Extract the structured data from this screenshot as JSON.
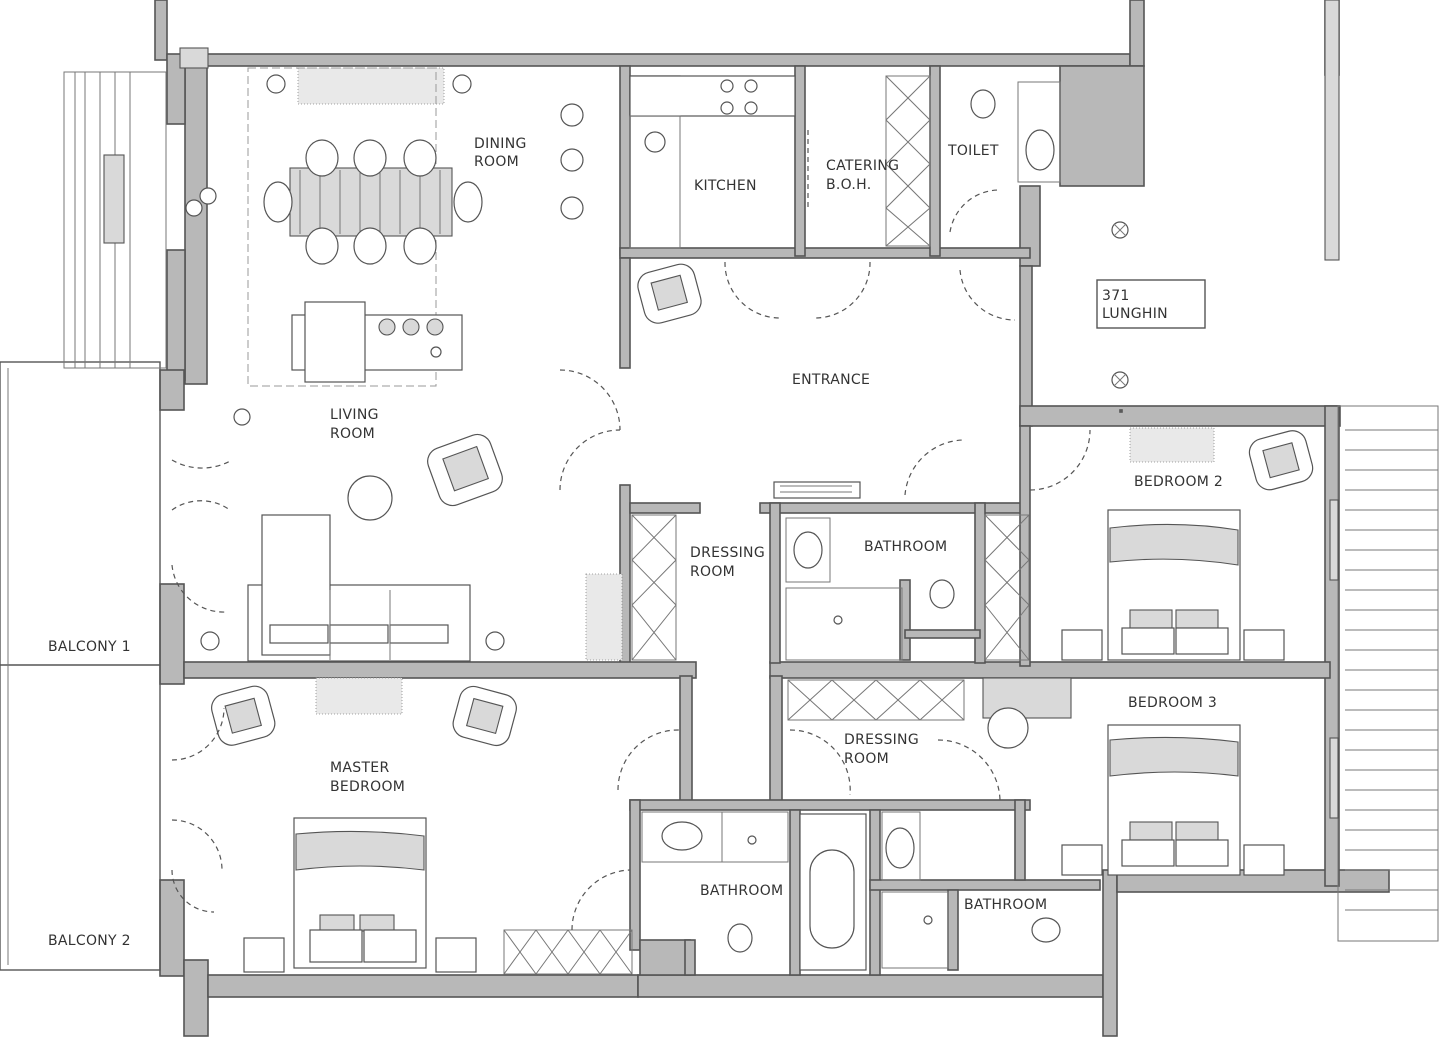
{
  "rooms": {
    "dining": [
      "DINING",
      "ROOM"
    ],
    "kitchen": "KITCHEN",
    "catering": [
      "CATERING",
      "B.O.H."
    ],
    "toilet": "TOILET",
    "unit": [
      "371",
      "LUNGHIN"
    ],
    "entrance": "ENTRANCE",
    "living": [
      "LIVING",
      "ROOM"
    ],
    "bedroom2": "BEDROOM 2",
    "dressing1": [
      "DRESSING",
      "ROOM"
    ],
    "bathroom1": "BATHROOM",
    "balcony1": "BALCONY 1",
    "balcony2": "BALCONY 2",
    "master": [
      "MASTER",
      "BEDROOM"
    ],
    "dressing2": [
      "DRESSING",
      "ROOM"
    ],
    "bedroom3": "BEDROOM 3",
    "bathroom2": "BATHROOM",
    "bathroom3": "BATHROOM"
  }
}
